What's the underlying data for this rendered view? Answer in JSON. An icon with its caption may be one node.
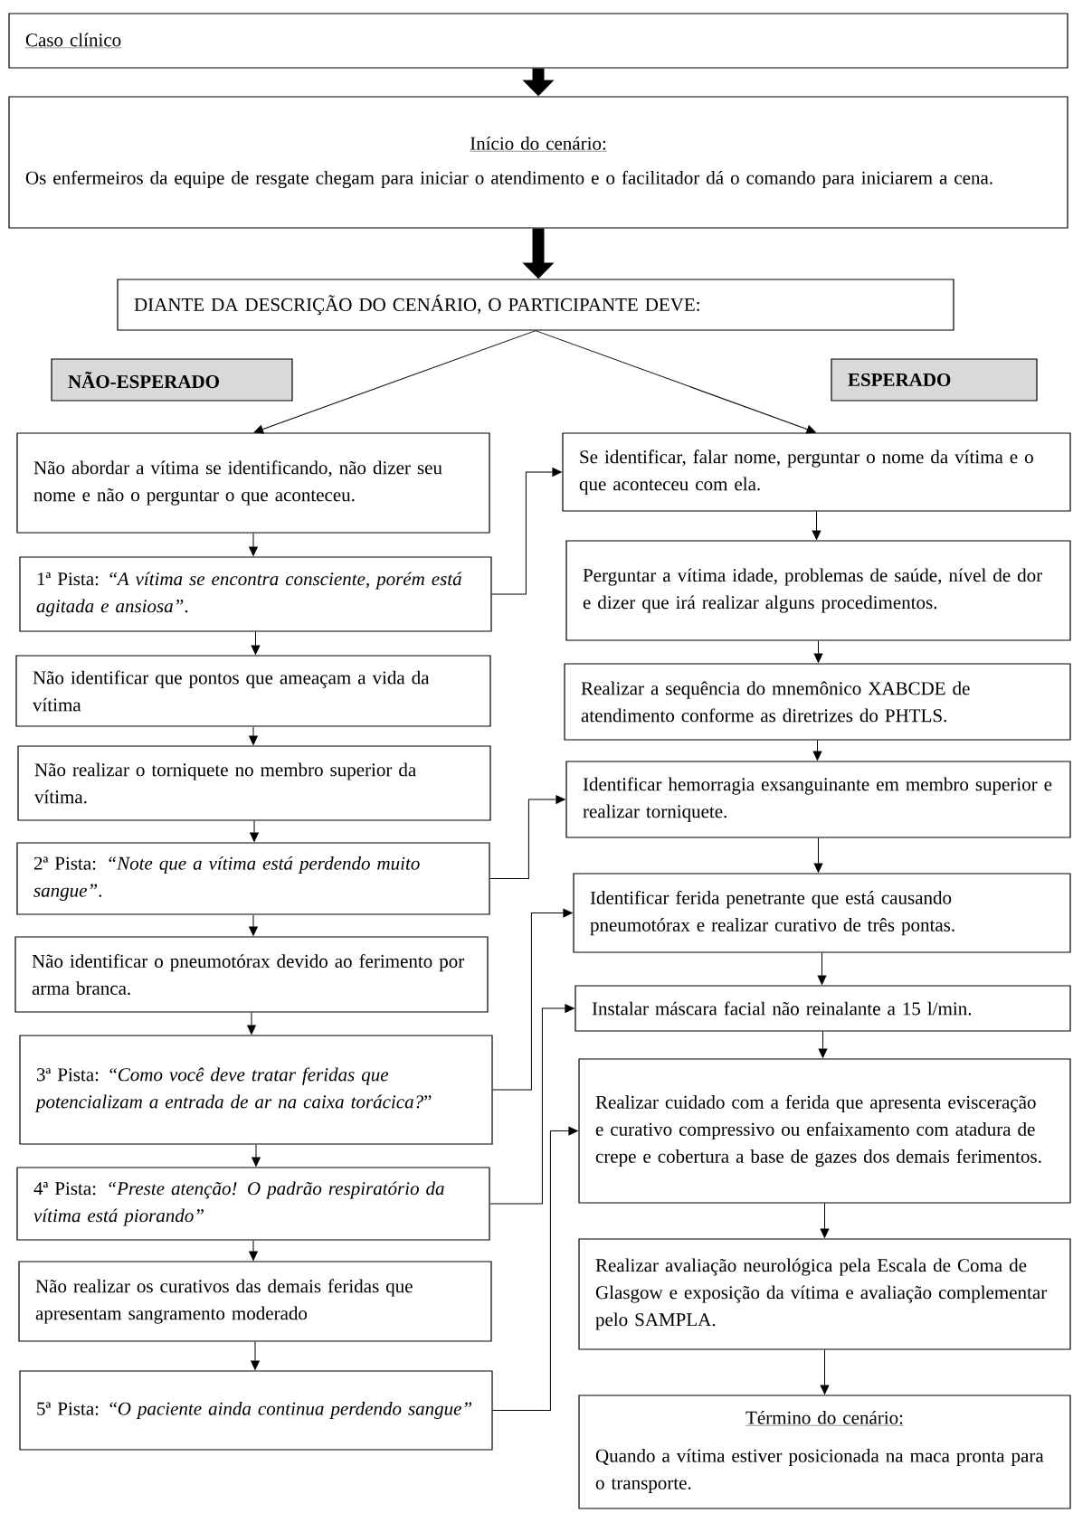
{
  "diagram": {
    "nodes": [
      {
        "text": [
          "Caso clínico"
        ]
      },
      {
        "text": [
          "Início do cenário:",
          "Os enfermeiros da equipe de resgate chegam para iniciar o atendimento e o facilitador dá o comando para iniciarem a cena."
        ]
      },
      {
        "text": [
          "DIANTE DA DESCRIÇÃO DO CENÁRIO, O PARTICIPANTE DEVE:"
        ]
      },
      {
        "text": [
          "NÃO-ESPERADO"
        ]
      },
      {
        "text": [
          "ESPERADO"
        ]
      },
      {
        "text": [
          "Não abordar a vítima se identificando, não dizer seu nome e não o perguntar o que aconteceu."
        ]
      },
      {
        "text": [
          "1ª Pista: “*A vítima se encontra consciente, porém está agitada e ansiosa”*."
        ]
      },
      {
        "text": [
          "Não identificar que pontos que ameaçam a vida da vítima"
        ]
      },
      {
        "text": [
          "Não realizar o torniquete no membro superior da vítima."
        ]
      },
      {
        "text": [
          "2ª Pista: *“Note que a vítima está perdendo muito sangue”*."
        ]
      },
      {
        "text": [
          "Não identificar o pneumotórax devido ao ferimento por arma branca."
        ]
      },
      {
        "text": [
          "3ª Pista: “*Como você deve tratar feridas que potencializam a entrada de ar na caixa torácica?*”"
        ]
      },
      {
        "text": [
          "4ª Pista: *“Preste atenção! O padrão respiratório da vítima está piorando”*"
        ]
      },
      {
        "text": [
          "Não realizar os curativos das demais feridas que apresentam sangramento moderado"
        ]
      },
      {
        "text": [
          "5ª Pista: “*O paciente ainda continua perdendo sangue”*"
        ]
      },
      {
        "text": [
          "Se identificar, falar nome, perguntar o nome da vítima e o que aconteceu com ela."
        ]
      },
      {
        "text": [
          "Perguntar a vítima idade, problemas de saúde, nível de dor e dizer que irá realizar alguns procedimentos."
        ]
      },
      {
        "text": [
          "Realizar a sequência do mnemônico XABCDE de atendimento conforme as diretrizes do PHTLS."
        ]
      },
      {
        "text": [
          "Identificar hemorragia exsanguinante em membro superior e realizar torniquete."
        ]
      },
      {
        "text": [
          "Identificar ferida penetrante que está causando pneumotórax e realizar curativo de três pontas."
        ]
      },
      {
        "text": [
          "Instalar máscara facial não reinalante a 15 l/min."
        ]
      },
      {
        "text": [
          "Realizar cuidado com a ferida que apresenta evisceração e curativo compressivo ou enfaixamento com atadura de crepe e cobertura a base de gazes dos demais ferimentos."
        ]
      },
      {
        "text": [
          "Realizar avaliação neurológica pela Escala de Coma de Glasgow e exposição da vítima e avaliação complementar pelo SAMPLA."
        ]
      },
      {
        "text": [
          "Término do cenário:",
          "Quando a vítima estiver posicionada na maca pronta para o transporte."
        ]
      }
    ],
    "edges": [
      {
        "from": 0,
        "to": 1,
        "arrow": "to",
        "style": "thick"
      },
      {
        "from": 1,
        "to": 2,
        "arrow": "to",
        "style": "thick"
      },
      {
        "from": 2,
        "to": 5,
        "arrow": "to"
      },
      {
        "from": 2,
        "to": 15,
        "arrow": "to"
      },
      {
        "from": 5,
        "to": 6,
        "arrow": "to"
      },
      {
        "from": 6,
        "to": 7,
        "arrow": "to"
      },
      {
        "from": 7,
        "to": 8,
        "arrow": "to"
      },
      {
        "from": 8,
        "to": 9,
        "arrow": "to"
      },
      {
        "from": 9,
        "to": 10,
        "arrow": "to"
      },
      {
        "from": 10,
        "to": 11,
        "arrow": "to"
      },
      {
        "from": 11,
        "to": 12,
        "arrow": "to"
      },
      {
        "from": 12,
        "to": 13,
        "arrow": "to"
      },
      {
        "from": 13,
        "to": 14,
        "arrow": "to"
      },
      {
        "from": 15,
        "to": 16,
        "arrow": "to"
      },
      {
        "from": 16,
        "to": 17,
        "arrow": "to"
      },
      {
        "from": 17,
        "to": 18,
        "arrow": "to"
      },
      {
        "from": 18,
        "to": 19,
        "arrow": "to"
      },
      {
        "from": 19,
        "to": 20,
        "arrow": "to"
      },
      {
        "from": 20,
        "to": 21,
        "arrow": "to"
      },
      {
        "from": 21,
        "to": 22,
        "arrow": "to"
      },
      {
        "from": 22,
        "to": 23,
        "arrow": "to"
      },
      {
        "from": 6,
        "to": 15,
        "arrow": "to"
      },
      {
        "from": 9,
        "to": 18,
        "arrow": "to"
      },
      {
        "from": 11,
        "to": 19,
        "arrow": "to"
      },
      {
        "from": 12,
        "to": 20,
        "arrow": "to"
      },
      {
        "from": 14,
        "to": 21,
        "arrow": "to"
      }
    ]
  }
}
